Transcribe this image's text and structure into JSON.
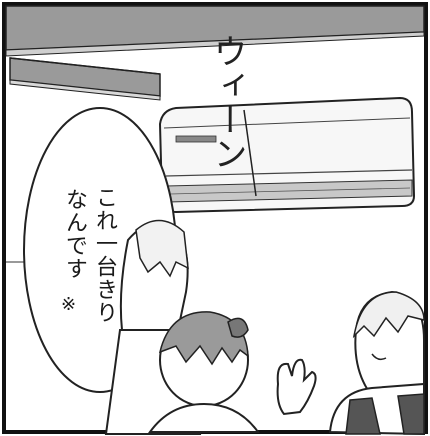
{
  "speech_bubble": {
    "line1": "これ一台きり",
    "line2": "なんです",
    "note_mark": "※"
  },
  "sound_effect": "ウィーン"
}
